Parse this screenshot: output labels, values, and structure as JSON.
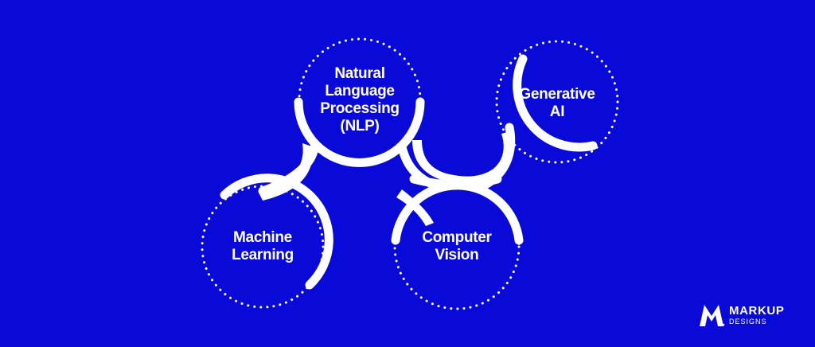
{
  "background_color": "#0a0ad8",
  "line_color": "#ffffff",
  "nodes": [
    {
      "label": "Machine\nLearning"
    },
    {
      "label": "Natural\nLanguage\nProcessing\n(NLP)"
    },
    {
      "label": "Computer\nVision"
    },
    {
      "label": "Generative\nAI"
    }
  ],
  "logo": {
    "icon": "markup-m-icon",
    "brand": "MARKUP",
    "sub": "DESIGNS"
  }
}
